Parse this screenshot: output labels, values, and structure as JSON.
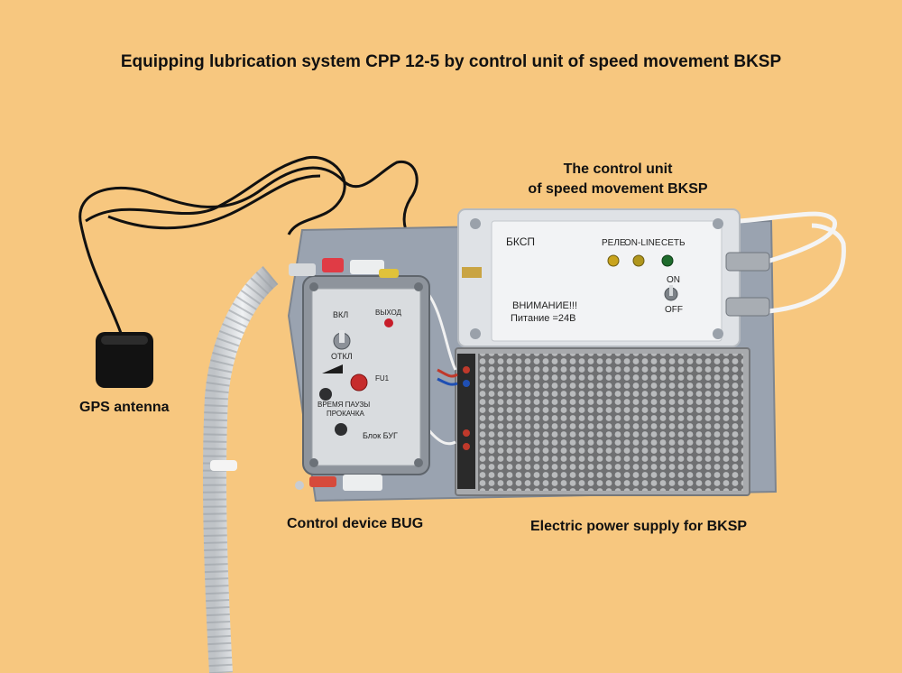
{
  "title": "Equipping lubrication system CPP 12-5 by control unit of speed movement BKSP",
  "labels": {
    "bksp_line1": "The control unit",
    "bksp_line2": "of speed movement BKSP",
    "gps": "GPS antenna",
    "bug": "Control device BUG",
    "psu": "Electric power supply for BKSP"
  },
  "bksp_panel": {
    "name": "БКСП",
    "led_rele": "РЕЛЕ",
    "led_online": "ON-LINE",
    "led_set": "СЕТЬ",
    "switch_on": "ON",
    "switch_off": "OFF",
    "warning1": "ВНИМАНИЕ!!!",
    "warning2": "Питание =24В"
  },
  "bug_panel": {
    "vkl": "ВКЛ",
    "otkl": "ОТКЛ",
    "vyhod": "ВЫХОД",
    "fu1": "FU1",
    "pause1": "ВРЕМЯ ПАУЗЫ",
    "pause2": "ПРОКАЧКА",
    "name": "Блок БУГ"
  },
  "colors": {
    "background": "#f7c77f",
    "mount_plate": "#9aa3b0",
    "bksp_box": "#e9ebee",
    "bug_box": "#8e949c",
    "psu_mesh": "#8b8c8e"
  }
}
